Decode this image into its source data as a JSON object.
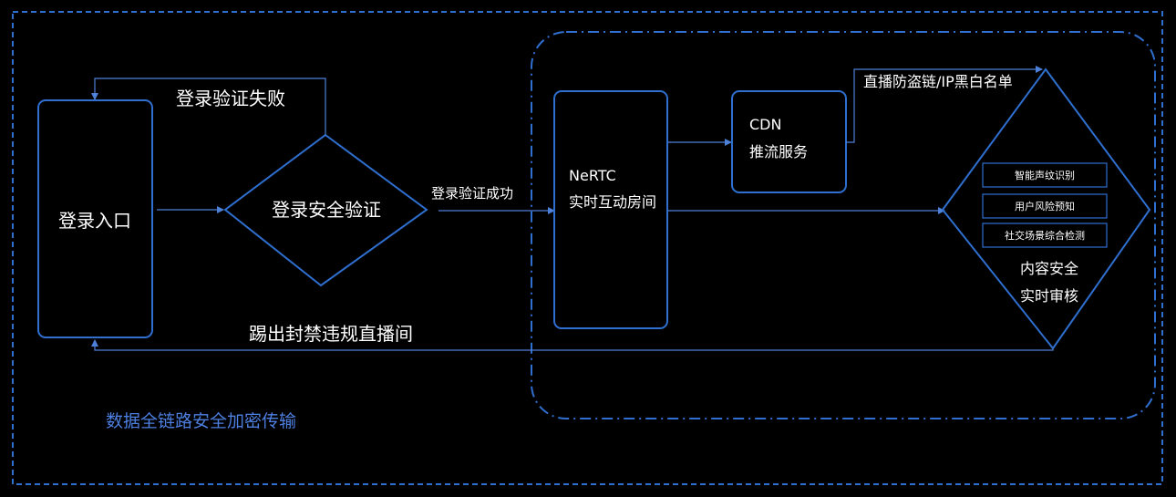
{
  "diagram": {
    "nodes": {
      "login_entry": "登录入口",
      "login_check": "登录安全验证",
      "nertc_line1": "NeRTC",
      "nertc_line2": "实时互动房间",
      "cdn_line1": "CDN",
      "cdn_line2": "推流服务",
      "review_line1": "内容安全",
      "review_line2": "实时审核"
    },
    "review_tags": [
      "智能声纹识别",
      "用户风险预知",
      "社交场景综合检测"
    ],
    "edges": {
      "fail": "登录验证失败",
      "success": "登录验证成功",
      "anti_leech": "直播防盗链/IP黑白名单",
      "kick": "踢出封禁违规直播间"
    },
    "footer": "数据全链路安全加密传输",
    "colors": {
      "accent": "#2f6fd0",
      "footer_text": "#4d7fe0",
      "background": "#000000"
    }
  }
}
